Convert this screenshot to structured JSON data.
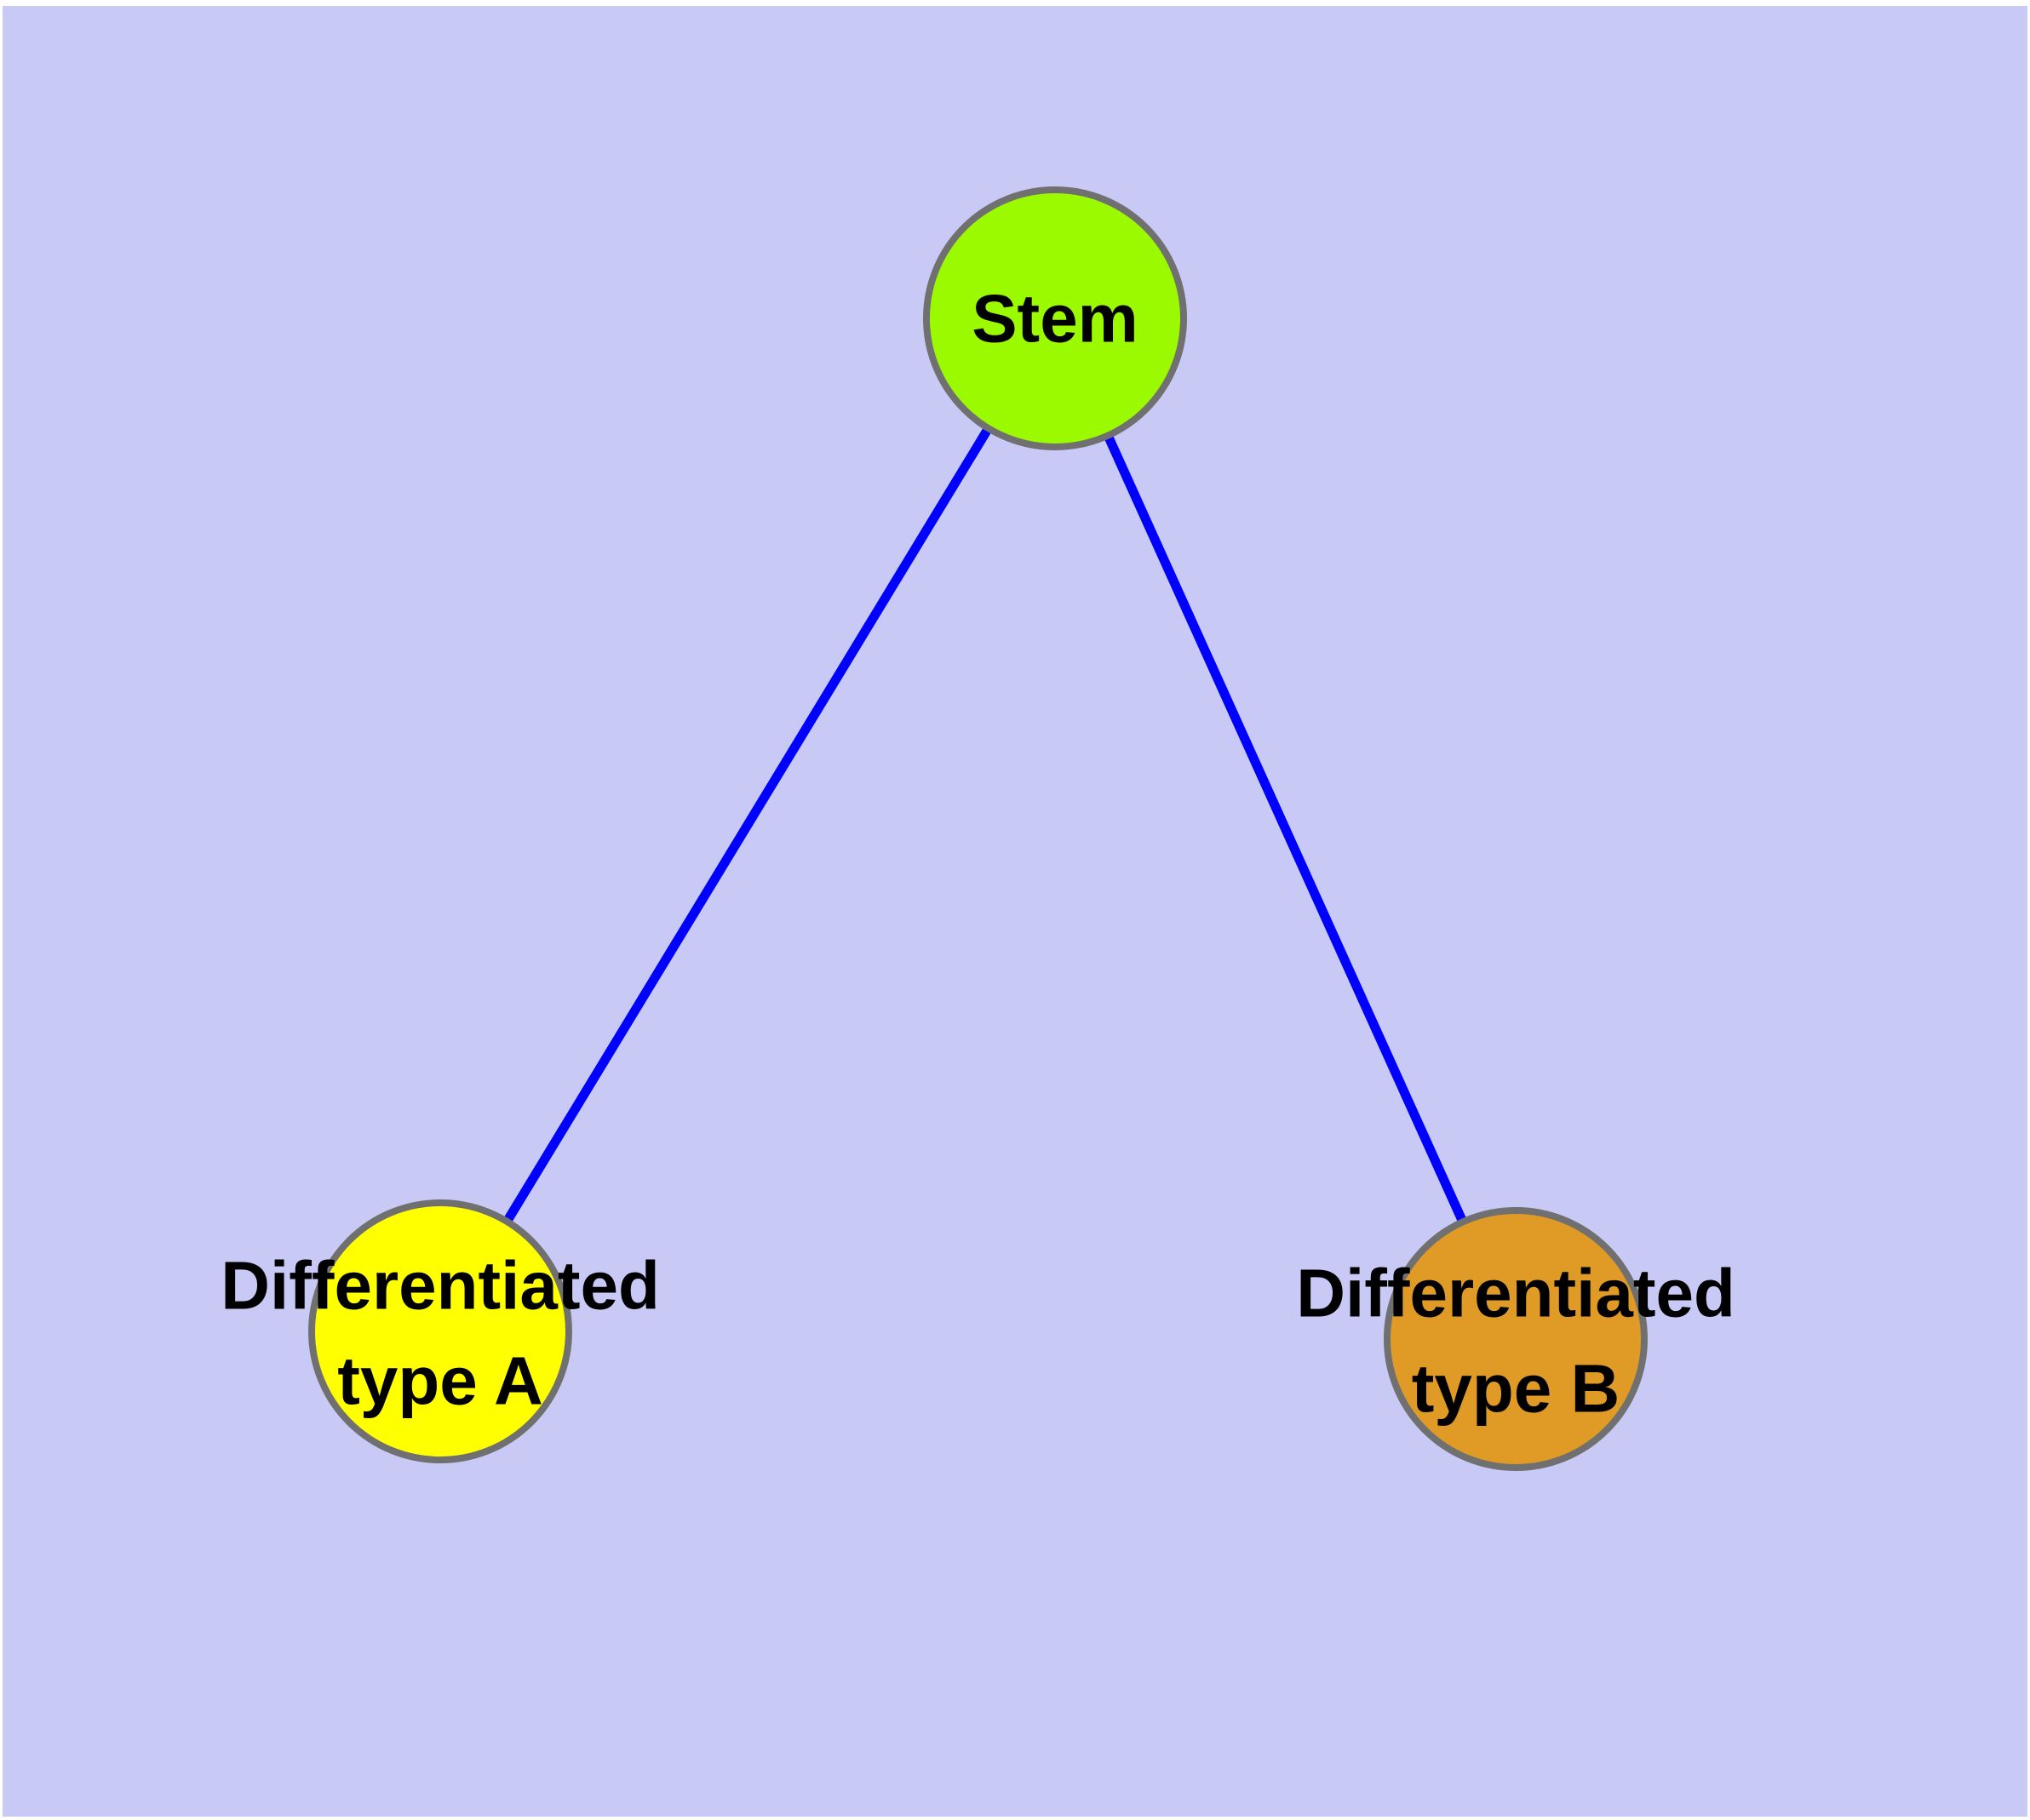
{
  "diagram": {
    "type": "node-link-graph",
    "background_color": "#c9c9f6",
    "frame_color": "#ffffff",
    "edge_color": "#0000ff",
    "node_border_color": "#707070",
    "label_color": "#000000",
    "nodes": [
      {
        "id": "stem",
        "label": "Stem",
        "fill": "#9bfa00"
      },
      {
        "id": "differentiated-type-a",
        "label_line1": "Differentiated",
        "label_line2": "type A",
        "fill": "#ffff00"
      },
      {
        "id": "differentiated-type-b",
        "label_line1": "Differentiated",
        "label_line2": "type B",
        "fill": "#e09a26"
      }
    ],
    "edges": [
      {
        "from": "Stem",
        "to": "Differentiated type A"
      },
      {
        "from": "Stem",
        "to": "Differentiated type B"
      }
    ]
  }
}
